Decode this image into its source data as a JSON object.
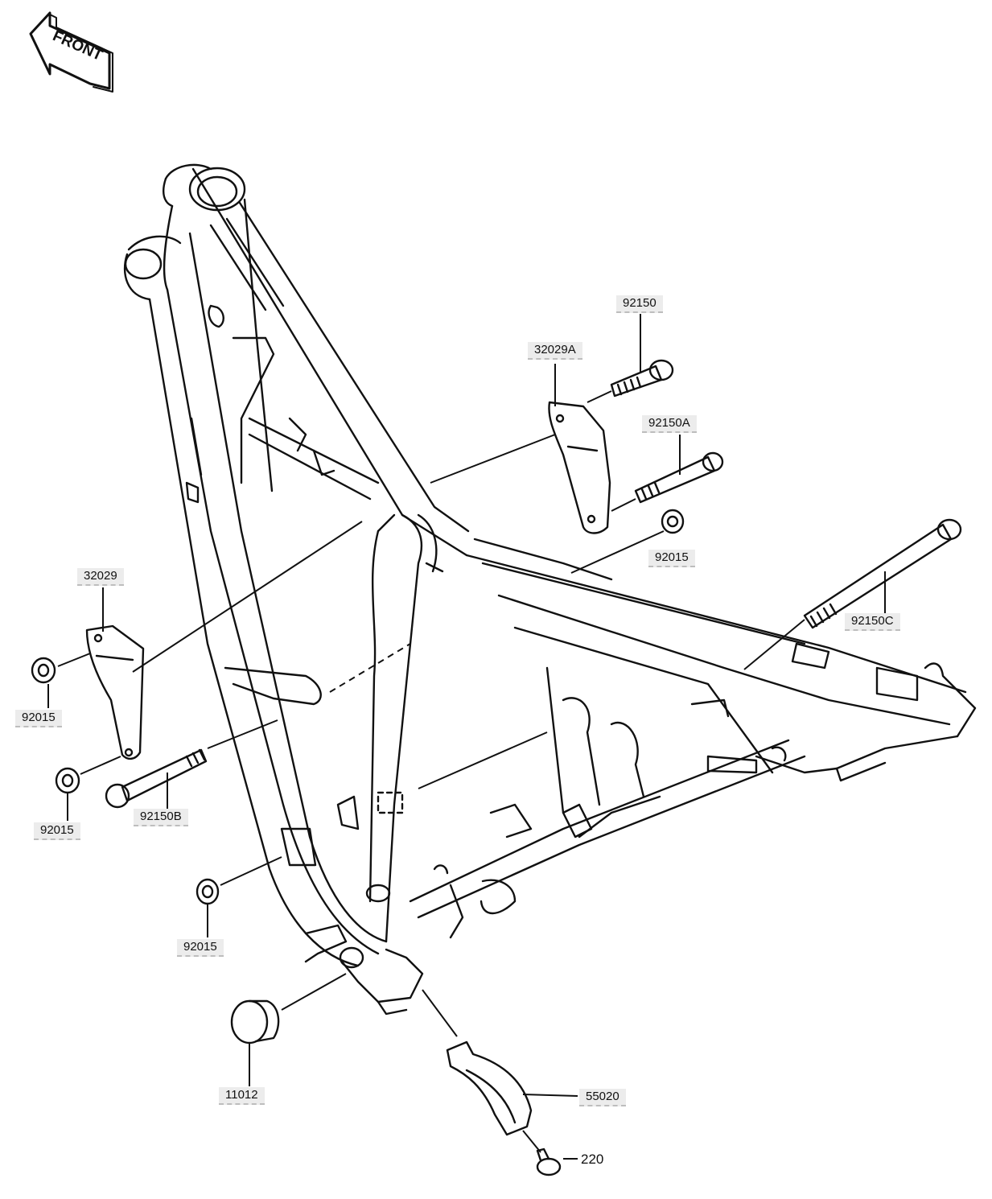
{
  "diagram": {
    "front_marker": "FRONT",
    "callouts": [
      {
        "id": "c92150",
        "part": "92150"
      },
      {
        "id": "c32029A",
        "part": "32029A"
      },
      {
        "id": "c92150A",
        "part": "92150A"
      },
      {
        "id": "c92015a",
        "part": "92015"
      },
      {
        "id": "c92150C",
        "part": "92150C"
      },
      {
        "id": "c32029",
        "part": "32029"
      },
      {
        "id": "c92015b",
        "part": "92015"
      },
      {
        "id": "c92015c",
        "part": "92015"
      },
      {
        "id": "c92150B",
        "part": "92150B"
      },
      {
        "id": "c92015d",
        "part": "92015"
      },
      {
        "id": "c11012",
        "part": "11012"
      },
      {
        "id": "c55020",
        "part": "55020"
      },
      {
        "id": "c220",
        "part": "220"
      }
    ]
  }
}
